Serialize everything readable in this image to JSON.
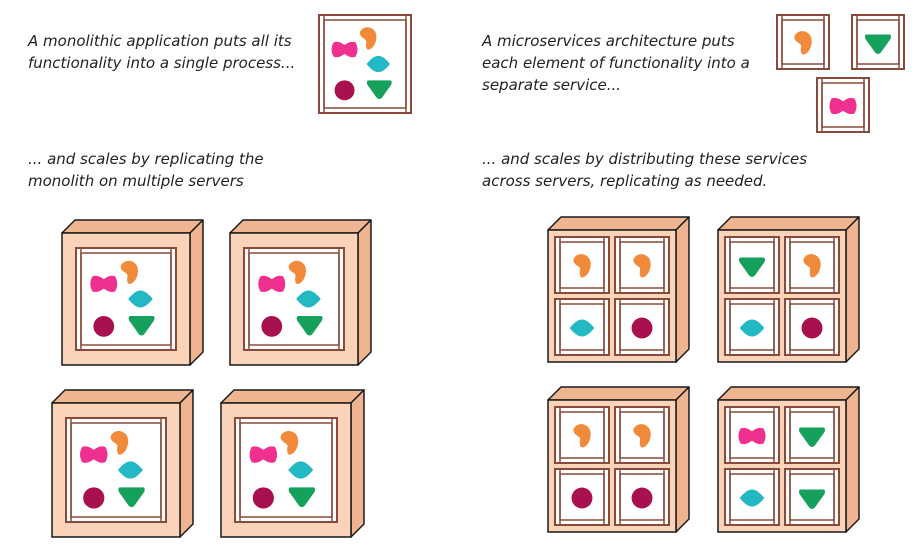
{
  "captions": {
    "monolith_intro": [
      "A monolithic application puts all its",
      "functionality into a single process..."
    ],
    "monolith_scale": [
      "... and scales by replicating the",
      "monolith on multiple servers"
    ],
    "micro_intro": [
      "A microservices architecture puts",
      "each element of functionality into a",
      "separate service..."
    ],
    "micro_scale": [
      "... and scales by distributing these services",
      "across servers, replicating as needed."
    ]
  },
  "colors": {
    "server_front": "#fbd3b8",
    "server_side": "#efb591",
    "outline": "#1a1a1a",
    "frame": "#8a4a3a",
    "orange_shape": "#f28a3c",
    "pink_shape": "#f0308e",
    "teal_shape": "#22b8c4",
    "green_shape": "#15a05c",
    "maroon_shape": "#a8104f"
  },
  "icons": {
    "orange": "orange-blob-icon",
    "pink": "pink-bowtie-icon",
    "teal": "teal-diamond-icon",
    "green": "green-triangle-icon",
    "maroon": "maroon-circle-icon"
  },
  "micro_servers": [
    [
      "orange",
      "orange",
      "teal",
      "maroon"
    ],
    [
      "green",
      "orange",
      "teal",
      "maroon"
    ],
    [
      "orange",
      "orange",
      "maroon",
      "maroon"
    ],
    [
      "pink",
      "green",
      "teal",
      "green"
    ]
  ]
}
